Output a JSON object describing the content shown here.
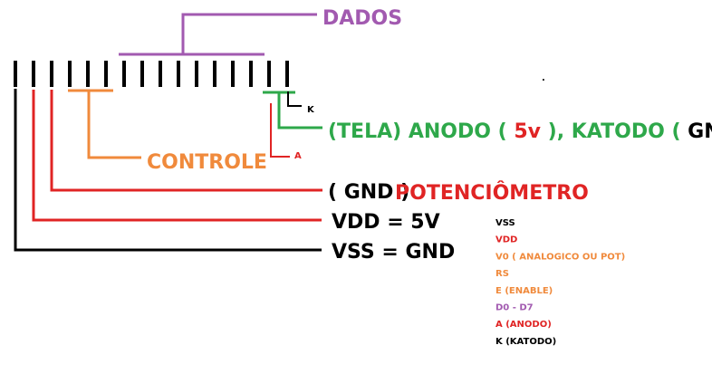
{
  "colors": {
    "black": "#000000",
    "red": "#e02424",
    "orange": "#f08a3c",
    "purple": "#a25ab0",
    "green": "#2ea84a"
  },
  "pin_count": 16,
  "labels": {
    "dados": "DADOS",
    "k": "K",
    "tela_part1": "(TELA) ANODO (",
    "tela_5v": "5v",
    "tela_part2": "), KATODO (",
    "tela_gnd": "GND",
    "tela_close": ")",
    "controle": "CONTROLE",
    "a": "A",
    "gnd_paren": "( GND )",
    "potenciometro": "POTENCIÔMETRO",
    "vdd": "VDD = 5V",
    "vss": "VSS = GND",
    "dot": "."
  },
  "legend": [
    {
      "text": "VSS",
      "color": "#000000"
    },
    {
      "text": "VDD",
      "color": "#e02424"
    },
    {
      "text": "V0 ( ANALOGICO OU POT)",
      "color": "#f08a3c"
    },
    {
      "text": "RS",
      "color": "#f08a3c"
    },
    {
      "text": "E (ENABLE)",
      "color": "#f08a3c"
    },
    {
      "text": "D0 - D7",
      "color": "#a25ab0"
    },
    {
      "text": "A (ANODO)",
      "color": "#e02424"
    },
    {
      "text": "K (KATODO)",
      "color": "#000000"
    }
  ]
}
